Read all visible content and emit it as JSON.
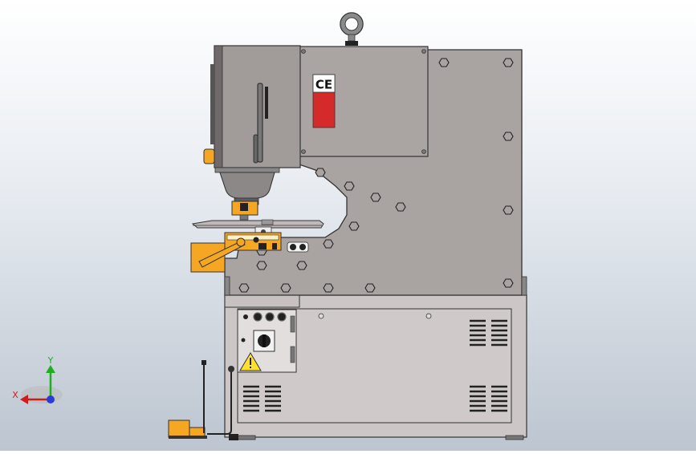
{
  "model": {
    "ce_mark": "CE",
    "accent_color": "#f5a623",
    "body_color": "#a9a3a2",
    "cabinet_color": "#ccc6c6",
    "ce_red": "#d42a2a",
    "warning_icon": "warning-triangle-icon",
    "lifting_eye_icon": "eye-bolt-icon"
  },
  "triad": {
    "x_label": "X",
    "y_label": "Y",
    "x_color": "#d11b1b",
    "y_color": "#1fae1f",
    "z_color": "#2a3bd6"
  }
}
